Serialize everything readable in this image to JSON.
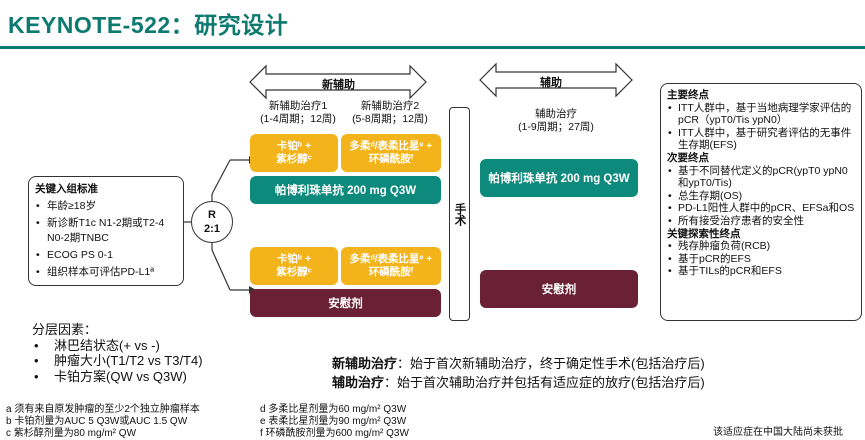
{
  "title": "KEYNOTE-522：研究设计",
  "criteria": {
    "heading": "关键入组标准",
    "items": [
      "年龄≥18岁",
      "新诊断T1c N1-2期或T2-4 N0-2期TNBC",
      "ECOG PS 0-1",
      "组织样本可评估PD-L1ª"
    ]
  },
  "randomization": {
    "line1": "R",
    "line2": "2:1"
  },
  "neoadjuvant": {
    "label": "新辅助",
    "phase1": {
      "line1": "新辅助治疗1",
      "line2": "(1-4周期；12周)"
    },
    "phase2": {
      "line1": "新辅助治疗2",
      "line2": "(5-8周期；12周)"
    },
    "arm1": {
      "box1": {
        "line1": "卡铂ᵇ +",
        "line2": "紫杉醇ᶜ"
      },
      "box2": {
        "line1": "多柔ᵈ/表柔比星ᵉ +",
        "line2": "环磷酰胺ᶠ"
      },
      "drug": "帕博利珠单抗 200 mg Q3W"
    },
    "arm2": {
      "box1": {
        "line1": "卡铂ᵇ +",
        "line2": "紫杉醇ᶜ"
      },
      "box2": {
        "line1": "多柔ᵈ/表柔比星ᵉ +",
        "line2": "环磷酰胺ᶠ"
      },
      "drug": "安慰剂"
    }
  },
  "surgery": "手术",
  "adjuvant": {
    "label": "辅助",
    "phase": {
      "line1": "辅助治疗",
      "line2": "(1-9周期；27周)"
    },
    "arm1_drug": "帕博利珠单抗 200 mg Q3W",
    "arm2_drug": "安慰剂"
  },
  "endpoints": {
    "primary_heading": "主要终点",
    "primary": [
      "ITT人群中，基于当地病理学家评估的pCR（ypT0/Tis ypN0）",
      "ITT人群中，基于研究者评估的无事件生存期(EFS)"
    ],
    "secondary_heading": "次要终点",
    "secondary": [
      "基于不同替代定义的pCR(ypT0 ypN0和ypT0/Tis)",
      "总生存期(OS)",
      "PD-L1阳性人群中的pCR、EFSa和OS",
      "所有接受治疗患者的安全性"
    ],
    "exploratory_heading": "关键探索性终点",
    "exploratory": [
      "残存肿瘤负荷(RCB)",
      "基于pCR的EFS",
      "基于TILs的pCR和EFS"
    ]
  },
  "stratification": {
    "heading": "分层因素：",
    "items": [
      "淋巴结状态(+ vs -)",
      "肿瘤大小(T1/T2 vs T3/T4)",
      "卡铂方案(QW vs Q3W)"
    ]
  },
  "definitions": {
    "neo_term": "新辅助治疗",
    "neo_text": "：始于首次新辅助治疗，终于确定性手术(包括治疗后)",
    "adj_term": "辅助治疗",
    "adj_text": "：始于首次辅助治疗并包括有适应症的放疗(包括治疗后)"
  },
  "footnotes": {
    "a": "a 须有来自原发肿瘤的至少2个独立肿瘤样本",
    "b": "b 卡铂剂量为AUC 5 Q3W或AUC 1.5 QW",
    "c": "c 紫杉醇剂量为80 mg/m² QW",
    "d": "d 多柔比星剂量为60 mg/m² Q3W",
    "e": "e 表柔比星剂量为90 mg/m² Q3W",
    "f": "f 环磷酰胺剂量为600 mg/m² Q3W"
  },
  "note": "该适应症在中国大陆尚未获批",
  "colors": {
    "teal": "#0d7a70",
    "yellow": "#f3b31b",
    "green": "#0e8a7d",
    "maroon": "#6a2136"
  }
}
